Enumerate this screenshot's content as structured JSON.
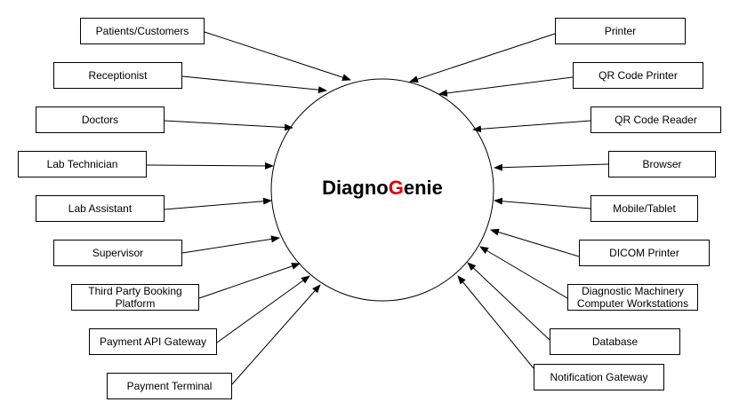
{
  "system": {
    "title_prefix": "Diagno",
    "title_highlight": "G",
    "title_suffix": "enie",
    "highlight_color": "#e00000"
  },
  "actors": [
    {
      "id": "patients",
      "label": "Patients/Customers"
    },
    {
      "id": "receptionist",
      "label": "Receptionist"
    },
    {
      "id": "doctors",
      "label": "Doctors"
    },
    {
      "id": "lab-technician",
      "label": "Lab Technician"
    },
    {
      "id": "lab-assistant",
      "label": "Lab Assistant"
    },
    {
      "id": "supervisor",
      "label": "Supervisor"
    },
    {
      "id": "third-party-booking",
      "label": "Third Party Booking\nPlatform"
    },
    {
      "id": "payment-api",
      "label": "Payment API Gateway"
    },
    {
      "id": "payment-terminal",
      "label": "Payment Terminal"
    },
    {
      "id": "printer",
      "label": "Printer"
    },
    {
      "id": "qr-printer",
      "label": "QR Code Printer"
    },
    {
      "id": "qr-reader",
      "label": "QR Code Reader"
    },
    {
      "id": "browser",
      "label": "Browser"
    },
    {
      "id": "mobile-tablet",
      "label": "Mobile/Tablet"
    },
    {
      "id": "dicom-printer",
      "label": "DICOM Printer"
    },
    {
      "id": "diagnostic-machinery",
      "label": "Diagnostic Machinery\nComputer  Workstations"
    },
    {
      "id": "database",
      "label": "Database"
    },
    {
      "id": "notification-gateway",
      "label": "Notification Gateway"
    }
  ]
}
